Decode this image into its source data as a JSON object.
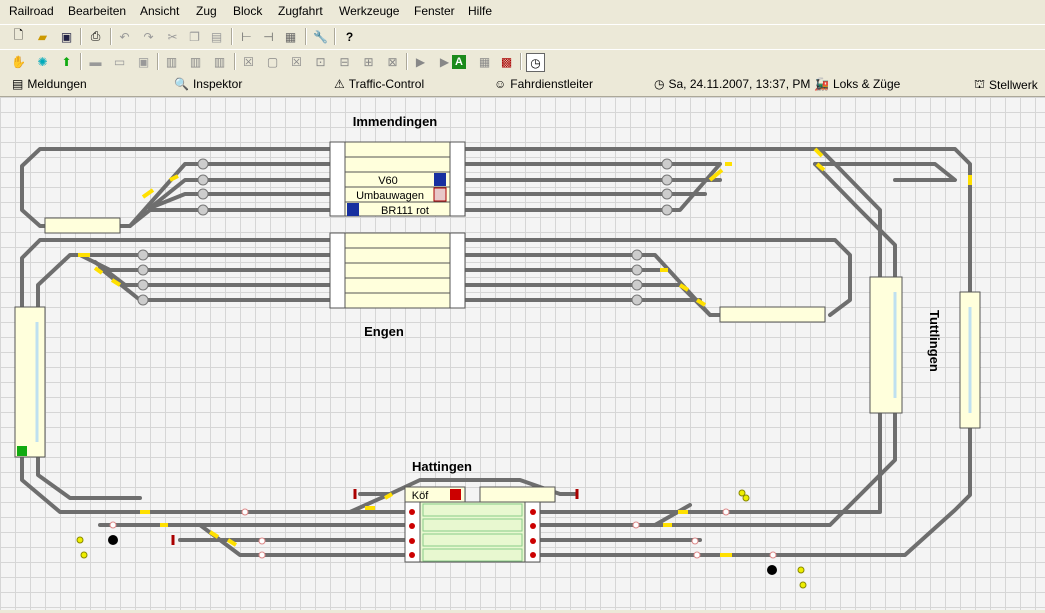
{
  "menu": [
    "Railroad",
    "Bearbeiten",
    "Ansicht",
    "Zug",
    "Block",
    "Zugfahrt",
    "Werkzeuge",
    "Fenster",
    "Hilfe"
  ],
  "panels": {
    "meldungen": "Meldungen",
    "inspektor": "Inspektor",
    "traffic": "Traffic-Control",
    "fahrdienst": "Fahrdienstleiter",
    "datetime": "Sa, 24.11.2007, 13:37, PM",
    "loks": "Loks & Züge",
    "stellwerk": "Stellwerk"
  },
  "stations": {
    "immendingen": "Immendingen",
    "engen": "Engen",
    "hattingen": "Hattingen",
    "tuttlingen": "Tuttlingen"
  },
  "trains": {
    "v60": "V60",
    "umbau": "Umbauwagen",
    "br111": "BR111 rot",
    "koef": "Köf"
  },
  "colors": {
    "track": "#7a7a7a",
    "block": "#ffffdc",
    "block_hattingen": "#e8f8d0",
    "occupied": "#ffe000",
    "grid": "#d6d6d6"
  },
  "icons": [
    "new-icon",
    "open-icon",
    "save-icon",
    "print-icon",
    "undo-icon",
    "redo-icon",
    "cut-icon",
    "copy-icon",
    "paste-icon",
    "tools-icon",
    "help-icon",
    "stop-icon",
    "emergency-icon",
    "go-icon",
    "clock-icon"
  ]
}
